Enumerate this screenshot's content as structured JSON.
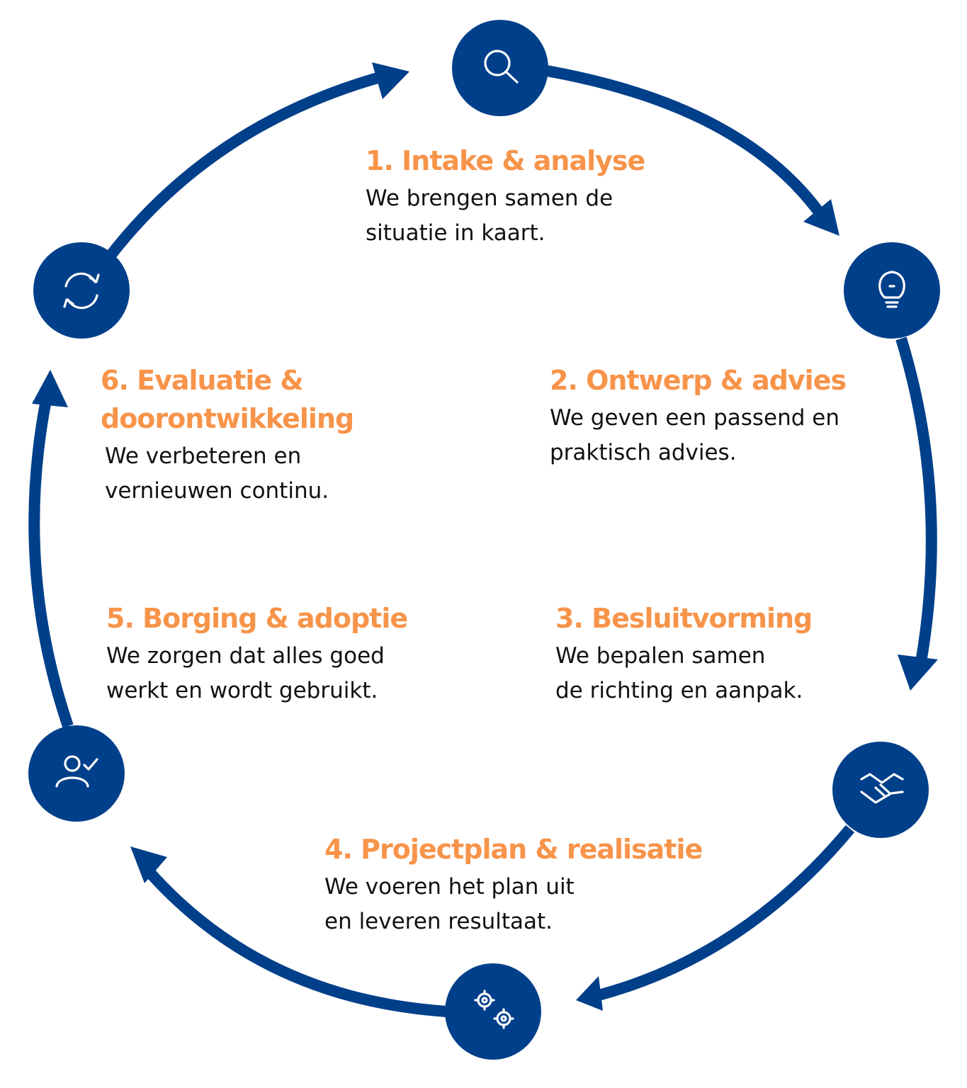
{
  "colors": {
    "brand_blue": "#003f8a",
    "accent_orange": "#f7944a",
    "text_dark": "#111111"
  },
  "steps": [
    {
      "number": "1.",
      "title": "Intake & analyse",
      "desc": [
        "We brengen samen de",
        "situatie in kaart."
      ],
      "icon": "search-icon"
    },
    {
      "number": "2.",
      "title": "Ontwerp & advies",
      "desc": [
        "We geven een passend en",
        "praktisch advies."
      ],
      "icon": "lightbulb-icon"
    },
    {
      "number": "3.",
      "title": "Besluitvorming",
      "desc": [
        "We bepalen samen",
        "de richting en aanpak."
      ],
      "icon": "handshake-icon"
    },
    {
      "number": "4.",
      "title": "Projectplan & realisatie",
      "desc": [
        "We voeren het plan uit",
        "en leveren resultaat."
      ],
      "icon": "gears-icon"
    },
    {
      "number": "5.",
      "title": "Borging & adoptie",
      "desc": [
        "We zorgen dat alles goed",
        "werkt en wordt gebruikt."
      ],
      "icon": "user-check-icon"
    },
    {
      "number": "6.",
      "title": "Evaluatie &",
      "title_line2": "doorontwikkeling",
      "desc": [
        "We verbeteren en",
        "vernieuwen continu."
      ],
      "icon": "refresh-icon"
    }
  ]
}
